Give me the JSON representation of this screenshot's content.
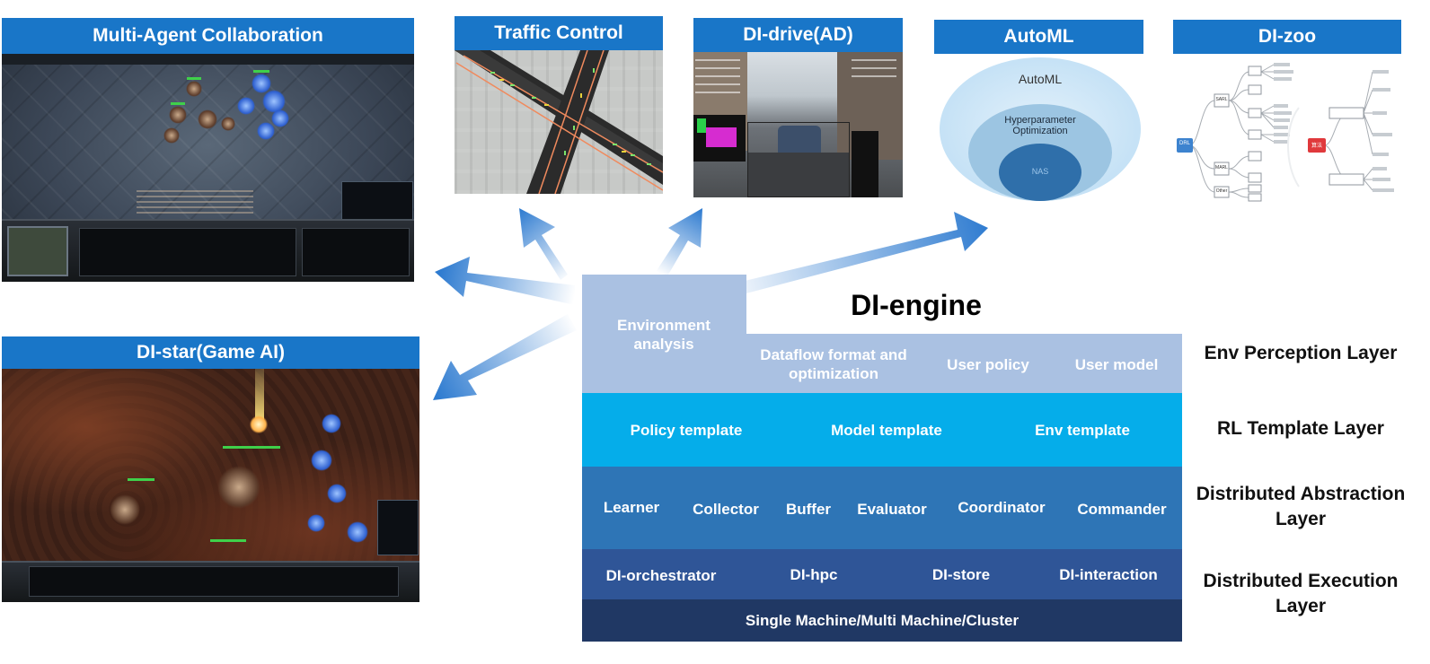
{
  "panels": {
    "multi_agent": "Multi-Agent Collaboration",
    "traffic": "Traffic Control",
    "drive": "DI-drive(AD)",
    "automl": "AutoML",
    "zoo": "DI-zoo",
    "star": "DI-star(Game AI)"
  },
  "automl_diagram": {
    "outer": "AutoML",
    "middle": "Hyperparameter Optimization",
    "inner": "NAS"
  },
  "zoo_tree": {
    "root1": "DRL",
    "root2": "算法",
    "nodes1": [
      "SARL",
      "MARL",
      "Other"
    ]
  },
  "engine": {
    "title": "DI-engine",
    "env_analysis": "Environment analysis",
    "perception": [
      "Dataflow format and optimization",
      "User policy",
      "User model"
    ],
    "templates": [
      "Policy template",
      "Model template",
      "Env template"
    ],
    "abstraction": [
      "Learner",
      "Collector",
      "Buffer",
      "Evaluator",
      "Coordinator",
      "Commander"
    ],
    "execution": [
      "DI-orchestrator",
      "DI-hpc",
      "DI-store",
      "DI-interaction"
    ],
    "base": "Single Machine/Multi Machine/Cluster"
  },
  "layers": [
    "Env Perception Layer",
    "RL Template Layer",
    "Distributed Abstraction Layer",
    "Distributed Execution Layer"
  ],
  "colors": {
    "header": "#1976c8",
    "perception": "#aac1e2",
    "template": "#05adea",
    "abstraction": "#2e75b6",
    "execution": "#2f5597",
    "base": "#203864",
    "arrow": "#2e7bd0"
  }
}
